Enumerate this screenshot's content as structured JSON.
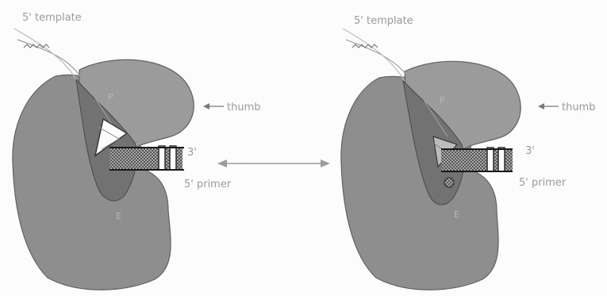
{
  "panels": [
    {
      "template_label": "5' template",
      "thumb_label": "thumb",
      "end3_label": "3'",
      "primer_label": "5' primer",
      "domain_p_label": "P",
      "domain_e_label": "E"
    },
    {
      "template_label": "5' template",
      "thumb_label": "thumb",
      "end3_label": "3'",
      "primer_label": "5' primer",
      "domain_p_label": "P",
      "domain_e_label": "E"
    }
  ],
  "colors": {
    "body": "#8c8c8c",
    "body_dark": "#6f6f6f",
    "thumb": "#9a9a9a",
    "dna_dark": "#2b2b2b",
    "outline": "#3a3a3a",
    "text": "#9a9a9a"
  }
}
